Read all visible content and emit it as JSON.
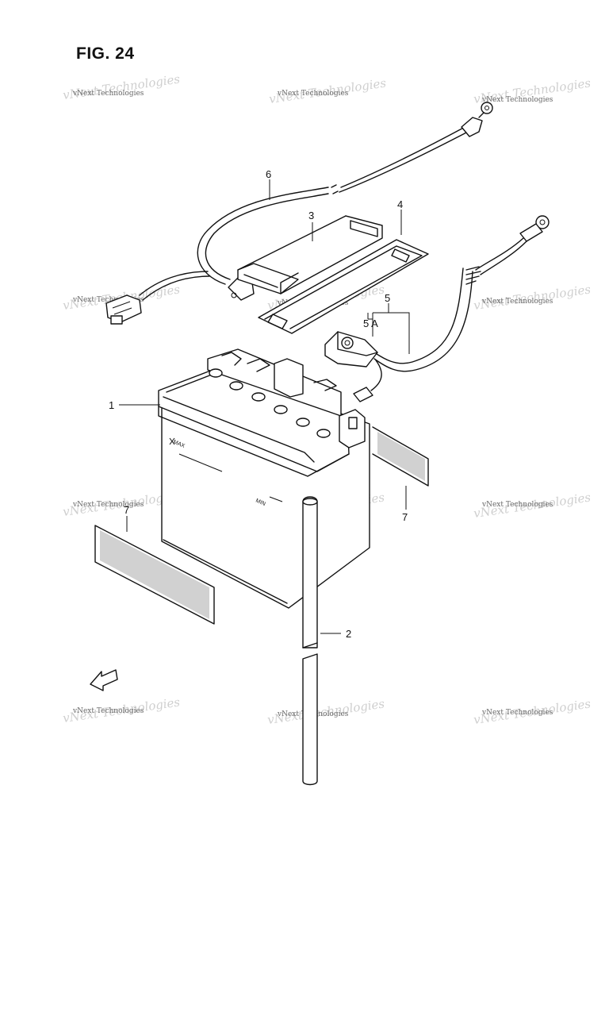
{
  "figure": {
    "title": "FIG. 24"
  },
  "callouts": [
    {
      "id": "c1",
      "label": "1"
    },
    {
      "id": "c2",
      "label": "2"
    },
    {
      "id": "c3",
      "label": "3"
    },
    {
      "id": "c4",
      "label": "4"
    },
    {
      "id": "c5",
      "label": "5"
    },
    {
      "id": "c5a",
      "label": "5 A"
    },
    {
      "id": "c6",
      "label": "6"
    },
    {
      "id": "c7a",
      "label": "7"
    },
    {
      "id": "c7b",
      "label": "7"
    }
  ],
  "watermark": {
    "text": "vNext Technologies",
    "ghost": "vNext Technologies"
  },
  "battery_marks": {
    "max": "MAX",
    "min": "MIN"
  },
  "fwd": {
    "label": "FWD"
  }
}
